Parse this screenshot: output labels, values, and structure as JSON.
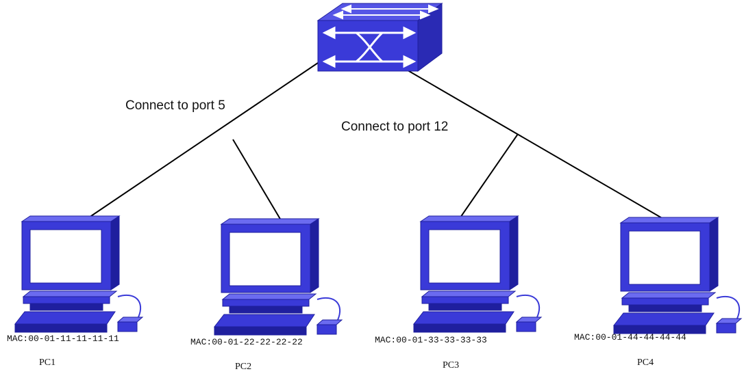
{
  "colors": {
    "device_blue": "#3a3ad8",
    "device_dark": "#1f1f9e",
    "device_light": "#6b6bf0",
    "screen": "#ffffff",
    "link": "#000000"
  },
  "switch": {
    "icon": "network-switch-icon"
  },
  "connections": [
    {
      "label": "Connect to port 5"
    },
    {
      "label": "Connect to port 12"
    }
  ],
  "pcs": [
    {
      "name": "PC1",
      "mac": "MAC:00-01-11-11-11-11",
      "icon": "computer-icon"
    },
    {
      "name": "PC2",
      "mac": "MAC:00-01-22-22-22-22",
      "icon": "computer-icon"
    },
    {
      "name": "PC3",
      "mac": "MAC:00-01-33-33-33-33",
      "icon": "computer-icon"
    },
    {
      "name": "PC4",
      "mac": "MAC:00-01-44-44-44-44",
      "icon": "computer-icon"
    }
  ]
}
